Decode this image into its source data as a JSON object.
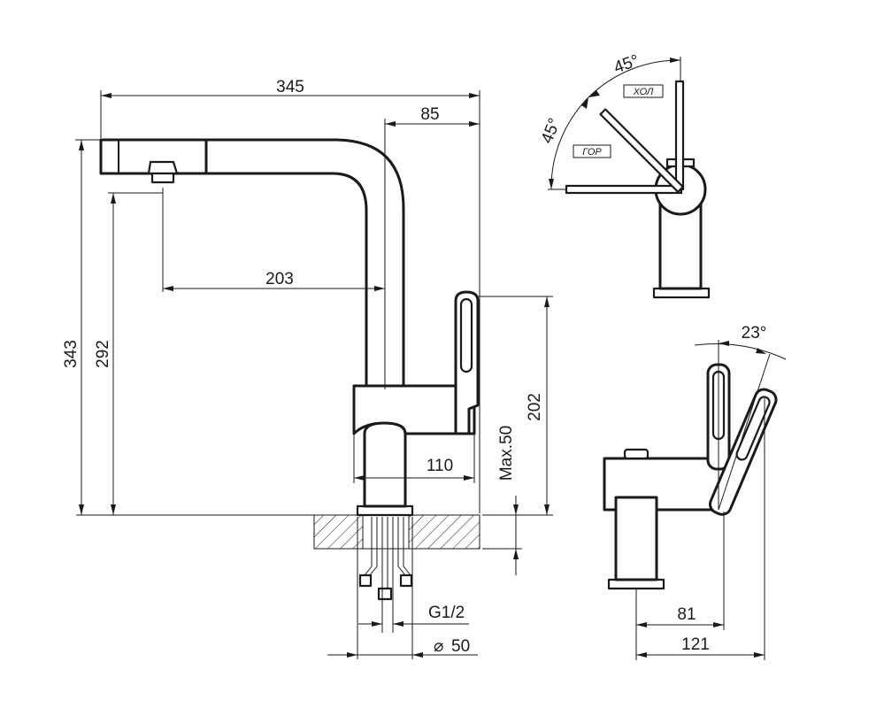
{
  "dimensions": {
    "length_overall": "345",
    "spout_offset": "85",
    "spout_reach": "203",
    "height_total": "343",
    "height_spout": "292",
    "lever_height": "202",
    "max_thickness": "Max.50",
    "body_width": "110",
    "connection_thread": "G1/2",
    "base_diameter": "50",
    "diameter_symbol": "⌀",
    "angle_cold": "45°",
    "angle_hot": "45°",
    "angle_lever": "23°",
    "side_depth_a": "81",
    "side_depth_b": "121"
  },
  "labels": {
    "cold": "ХОЛ",
    "hot": "ГОР"
  }
}
